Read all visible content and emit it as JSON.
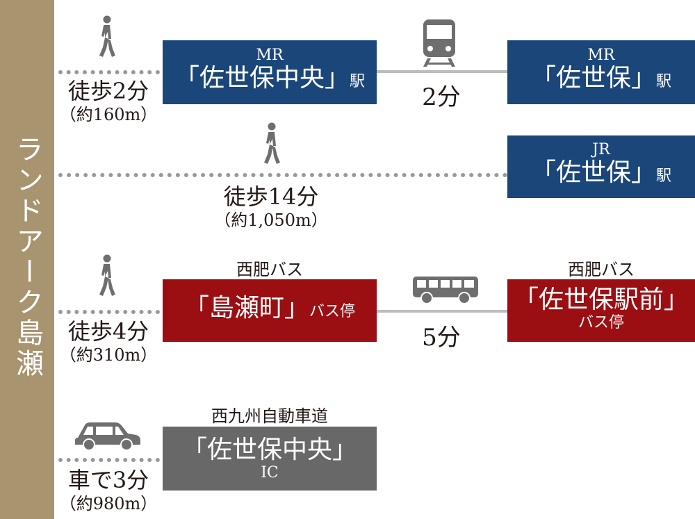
{
  "colors": {
    "sidebar": "#a99470",
    "navy": "#1b467a",
    "red": "#9b0e12",
    "gray": "#686868",
    "dots": "#999999",
    "line": "#bdbdbd"
  },
  "sidebar": {
    "title": "ランドアーク島瀬"
  },
  "route_mr": {
    "walk_icon": "walking-person-icon",
    "walk_time": "徒歩2分",
    "walk_distance": "（約160m）",
    "from_line": "MR",
    "from_station": "「佐世保中央」",
    "from_suffix": "駅",
    "transport_icon": "train-icon",
    "ride_time": "2分",
    "to_line": "MR",
    "to_station": "「佐世保」",
    "to_suffix": "駅"
  },
  "route_jr": {
    "walk_icon": "walking-person-icon",
    "walk_time": "徒歩14分",
    "walk_distance": "（約1,050m）",
    "line": "JR",
    "station": "「佐世保」",
    "suffix": "駅"
  },
  "route_bus": {
    "walk_icon": "walking-person-icon",
    "walk_time": "徒歩4分",
    "walk_distance": "（約310m）",
    "from_company": "西肥バス",
    "from_stop": "「島瀬町」",
    "from_suffix": "バス停",
    "transport_icon": "bus-icon",
    "ride_time": "5分",
    "to_company": "西肥バス",
    "to_stop": "「佐世保駅前」",
    "to_suffix": "バス停"
  },
  "route_car": {
    "car_icon": "car-icon",
    "drive_time": "車で3分",
    "drive_distance": "（約980m）",
    "road_name": "西九州自動車道",
    "ic_name": "「佐世保中央」",
    "ic_suffix": "IC"
  }
}
